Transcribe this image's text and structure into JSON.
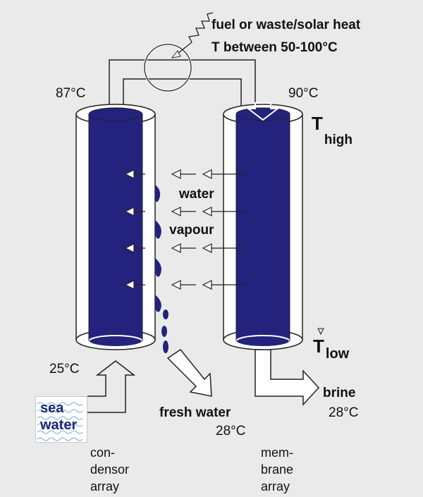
{
  "heat_source": {
    "line1": "fuel or waste/solar heat",
    "line2": "T between 50-100°C"
  },
  "condenser": {
    "top_temp": "87°C",
    "inlet_temp": "25°C",
    "label_line1": "con-",
    "label_line2": "densor",
    "label_line3": "array"
  },
  "membrane": {
    "top_temp": "90°C",
    "label_line1": "mem-",
    "label_line2": "brane",
    "label_line3": "array"
  },
  "t_high": {
    "main": "T",
    "sub": "high"
  },
  "t_low": {
    "main": "T",
    "sub": "low"
  },
  "vapour": {
    "line1": "water",
    "line2": "vapour"
  },
  "sea_water": {
    "line1": "sea",
    "line2": "water"
  },
  "fresh_water": {
    "label": "fresh water",
    "temp": "28°C"
  },
  "brine": {
    "label": "brine",
    "temp": "28°C"
  },
  "colors": {
    "column_fill": "#23237e",
    "sea_water_text": "#1a2a78",
    "wave": "#7ab0d8",
    "background": "#eaeaea"
  }
}
